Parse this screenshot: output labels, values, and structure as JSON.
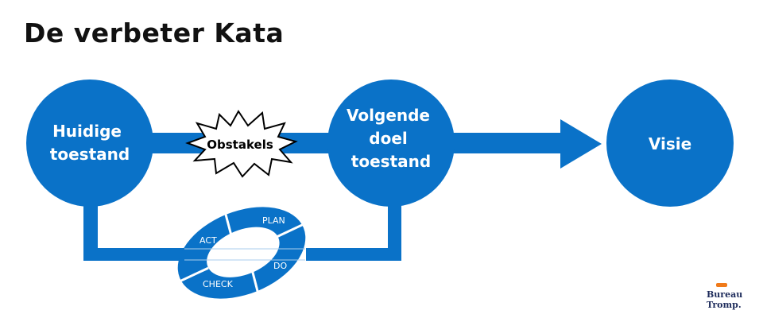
{
  "title": "De verbeter Kata",
  "nodes": {
    "current": [
      "Huidige",
      "toestand"
    ],
    "next": [
      "Volgende",
      "doel",
      "toestand"
    ],
    "vision": "Visie"
  },
  "obstacles": "Obstakels",
  "pdca": {
    "plan": "PLAN",
    "do": "DO",
    "check": "CHECK",
    "act": "ACT"
  },
  "logo": {
    "name": "Bureau",
    "name2": "Tromp."
  },
  "colors": {
    "blue": "#0a72c8",
    "logo_navy": "#1c2a5a",
    "logo_orange": "#f07a1a"
  }
}
